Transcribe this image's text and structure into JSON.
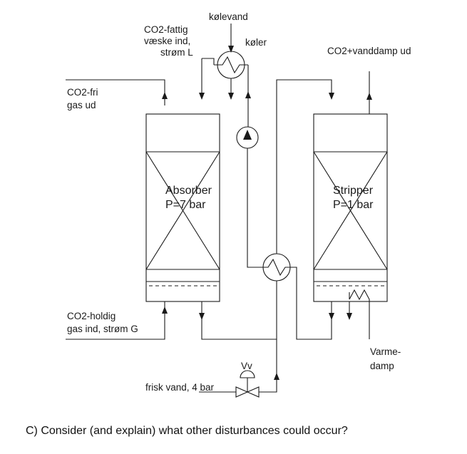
{
  "labels": {
    "kolevand": "kølevand",
    "koler": "køler",
    "feed_1": "CO2-fattig",
    "feed_2": "væske ind,",
    "feed_3": "strøm L",
    "top_right": "CO2+vanddamp ud",
    "gas_out_1": "CO2-fri",
    "gas_out_2": "gas ud",
    "absorber_1": "Absorber",
    "absorber_2": "P=7 bar",
    "stripper_1": "Stripper",
    "stripper_2": "P=1 bar",
    "gas_in_1": "CO2-holdig",
    "gas_in_2": "gas ind, strøm G",
    "steam_1": "Varme-",
    "steam_2": "damp",
    "valve": "Vv",
    "fresh_water": "frisk vand, 4 bar"
  },
  "question": "C) Consider (and explain) what other disturbances could occur?"
}
